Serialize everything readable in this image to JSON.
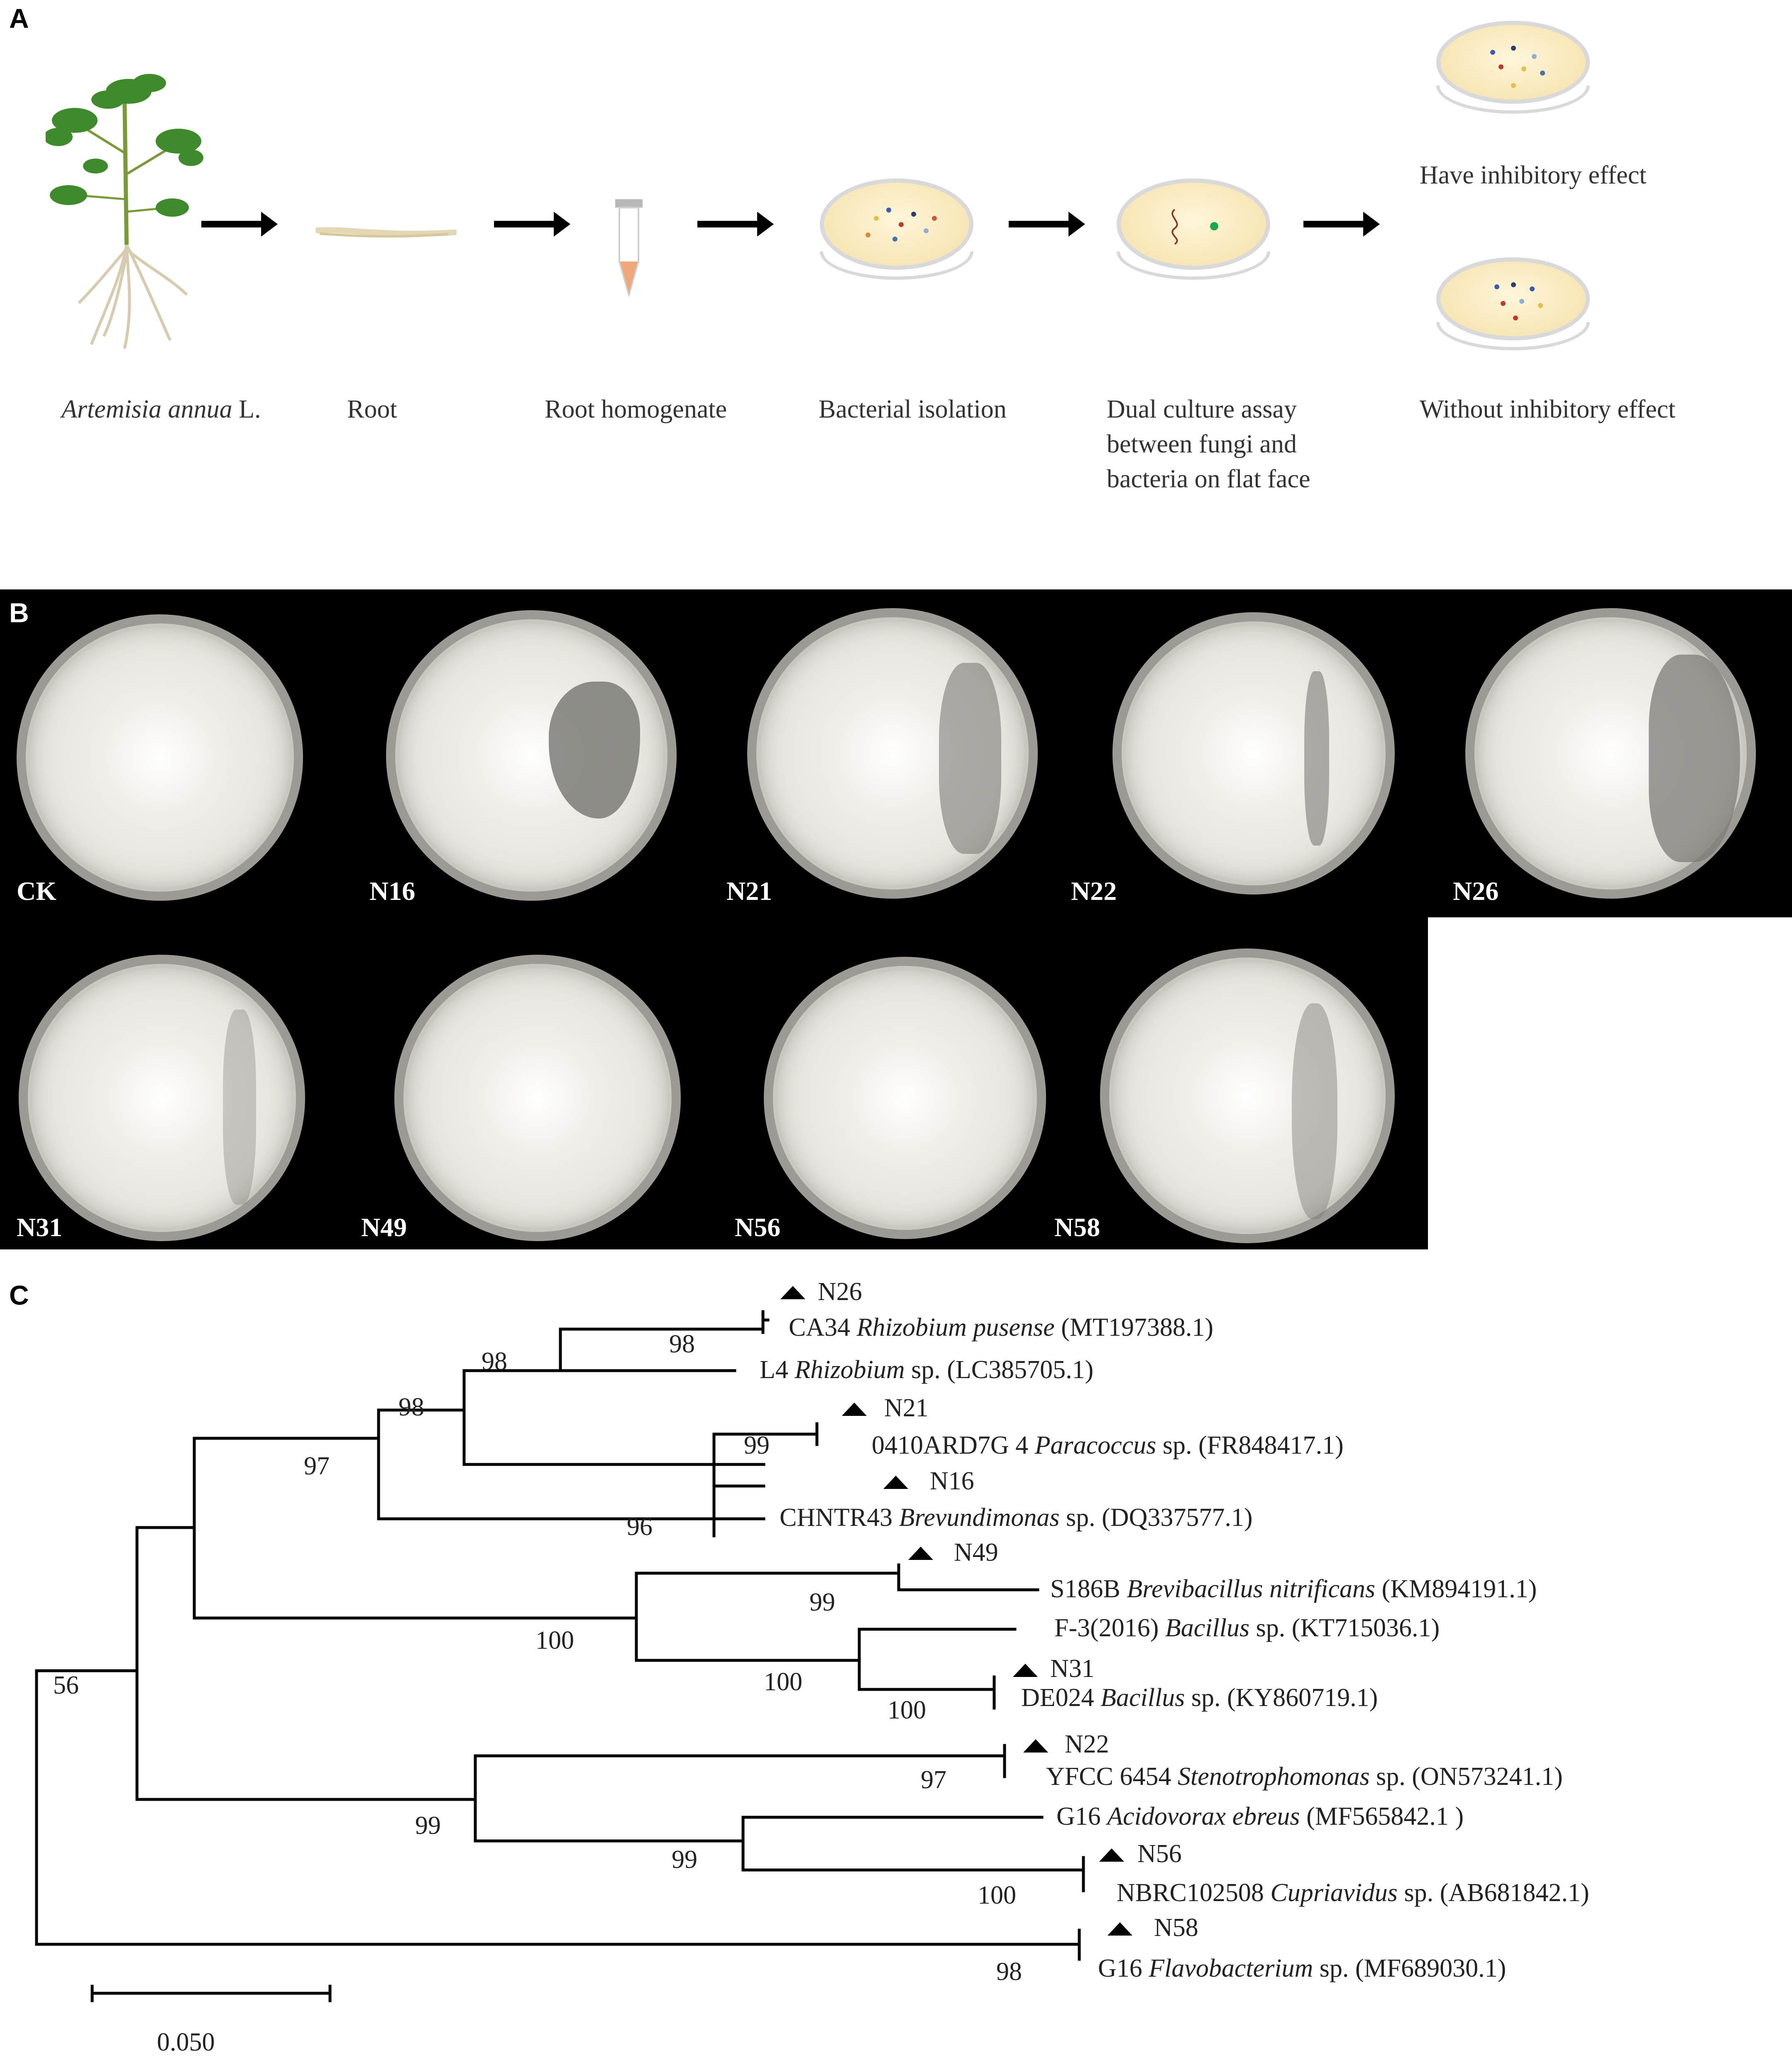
{
  "panels": {
    "a": "A",
    "b": "B",
    "c": "C"
  },
  "workflow": {
    "species_italic": "Artemisia annua",
    "species_suffix": " L.",
    "root": "Root",
    "homogenate": "Root homogenate",
    "isolation": "Bacterial isolation",
    "dual_culture": "Dual culture assay between fungi and bacteria on flat face",
    "inhibitory": "Have inhibitory effect",
    "no_inhibitory": "Without inhibitory effect"
  },
  "plates": {
    "ck": "CK",
    "n16": "N16",
    "n21": "N21",
    "n22": "N22",
    "n26": "N26",
    "n31": "N31",
    "n49": "N49",
    "n56": "N56",
    "n58": "N58"
  },
  "tree": {
    "leaves": {
      "n26": "N26",
      "ca34_pre": "CA34 ",
      "ca34_sp": "Rhizobium pusense",
      "ca34_acc": " (MT197388.1)",
      "l4_pre": "L4 ",
      "l4_sp": "Rhizobium",
      "l4_acc": " sp. (LC385705.1)",
      "n21": "N21",
      "p_pre": "0410ARD7G 4 ",
      "p_sp": "Paracoccus",
      "p_acc": " sp. (FR848417.1)",
      "n16": "N16",
      "ch_pre": "CHNTR43 ",
      "ch_sp": "Brevundimonas",
      "ch_acc": " sp. (DQ337577.1)",
      "n49": "N49",
      "s186_pre": "S186B ",
      "s186_sp": "Brevibacillus nitrificans",
      "s186_acc": " (KM894191.1)",
      "f3_pre": "F-3(2016) ",
      "f3_sp": "Bacillus",
      "f3_acc": " sp. (KT715036.1)",
      "n31": "N31",
      "de_pre": "DE024 ",
      "de_sp": "Bacillus",
      "de_acc": " sp. (KY860719.1)",
      "n22": "N22",
      "y_pre": "YFCC 6454 ",
      "y_sp": "Stenotrophomonas",
      "y_acc": " sp. (ON573241.1)",
      "g16a_pre": "G16 ",
      "g16a_sp": "Acidovorax ebreus",
      "g16a_acc": " (MF565842.1 )",
      "n56": "N56",
      "nb_pre": "NBRC102508 ",
      "nb_sp": "Cupriavidus",
      "nb_acc": " sp. (AB681842.1)",
      "n58": "N58",
      "g16f_pre": "G16 ",
      "g16f_sp": "Flavobacterium",
      "g16f_acc": " sp. (MF689030.1)"
    },
    "bootstrap": {
      "rhizo_pair": "98",
      "rhizo_clade": "98",
      "alpha": "98",
      "para": "99",
      "proteo": "97",
      "brev": "96",
      "brevibacillus": "99",
      "bacillus_clade": "100",
      "bacillus_sub": "100",
      "n31_pair": "100",
      "root": "56",
      "steno": "97",
      "beta_gamma": "99",
      "acido": "99",
      "cupri": "100",
      "flavo": "98"
    },
    "scale_label": "0.050",
    "scale_value": 0.05
  }
}
